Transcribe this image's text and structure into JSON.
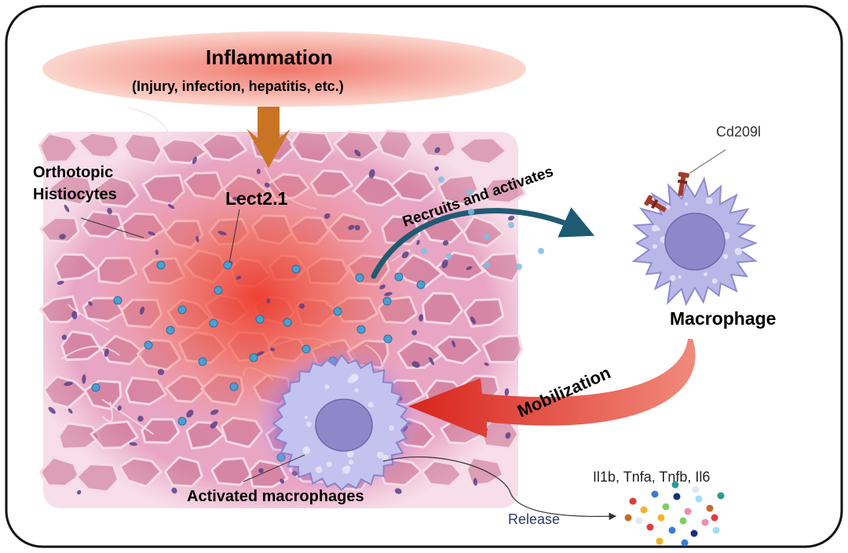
{
  "header": {
    "title": "Inflammation",
    "subtitle": "(Injury, infection, hepatitis, etc.)"
  },
  "labels": {
    "histiocytes": "Orthotopic\nHistiocytes",
    "lect": "Lect2.1",
    "recruits": "Recruits and activates",
    "receptor": "Cd209l",
    "macrophage": "Macrophage",
    "mobilization": "Mobilization",
    "activated": "Activated macrophages",
    "cytokines": "Il1b, Tnfa, Tnfb, Il6",
    "release": "Release"
  },
  "colors": {
    "tissue": "#e8a5c4",
    "cell_fill": "#c66b8c",
    "inflammation_center": "#ee3b2b",
    "particle": "#4a9fd1",
    "macrophage": "#b9b7e8",
    "nucleus": "#8e87c9",
    "arrow_teal": "#1e5b72",
    "arrow_red": "#d9322a",
    "arrow_down": "#c87424"
  },
  "icons": {
    "down_arrow": "thick-down-arrow-icon",
    "receptor": "receptor-icon"
  }
}
